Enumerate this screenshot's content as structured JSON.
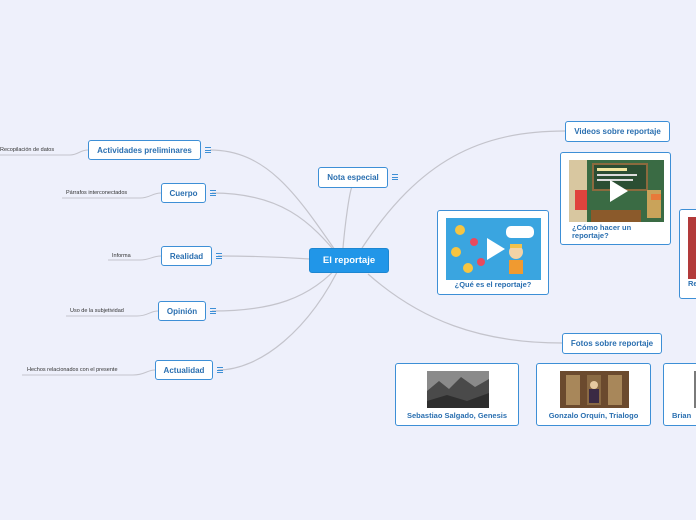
{
  "central": {
    "label": "El reportaje"
  },
  "special": {
    "label": "Nota especial"
  },
  "branches": [
    {
      "label": "Actividades preliminares",
      "leaf": "Recopilación de datos"
    },
    {
      "label": "Cuerpo",
      "leaf": "Párrafos interconectados"
    },
    {
      "label": "Realidad",
      "leaf": "Informa"
    },
    {
      "label": "Opinión",
      "leaf": "Uso de la subjetividad"
    },
    {
      "label": "Actualidad",
      "leaf": "Hechos relacionados con el presente"
    }
  ],
  "videos": {
    "label": "Videos sobre reportaje",
    "items": [
      {
        "caption": "¿Qué es el reportaje?"
      },
      {
        "caption": "¿Cómo hacer un reportaje?"
      },
      {
        "caption": "Re co"
      }
    ]
  },
  "photos": {
    "label": "Fotos sobre reportaje",
    "items": [
      {
        "caption": "Sebastiao Salgado, Genesis"
      },
      {
        "caption": "Gonzalo Orquín, Trialogo"
      },
      {
        "caption": "Brian"
      }
    ]
  },
  "colors": {
    "central": "#2196e8",
    "border": "#3d8fd6",
    "link": "#c4c4cc",
    "background": "#eef0fb"
  }
}
